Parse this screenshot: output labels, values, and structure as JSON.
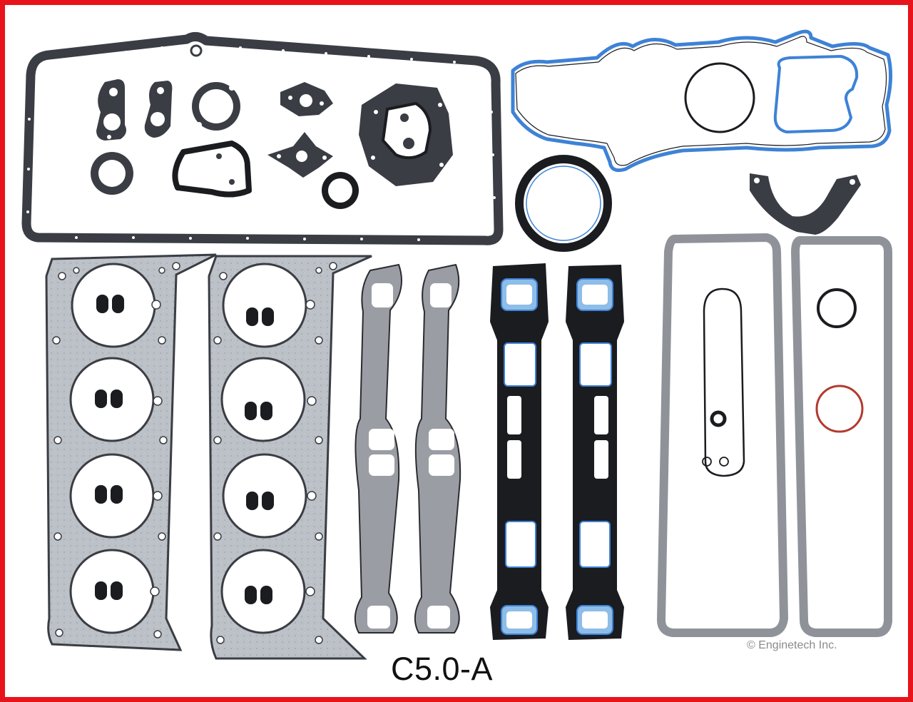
{
  "product": {
    "part_number": "C5.0-A",
    "copyright": "© Enginetech Inc."
  },
  "colors": {
    "frame": "#e8141b",
    "gasket_dark": "#3a3d44",
    "gasket_gray": "#8f9399",
    "gasket_blue": "#3d82d6",
    "rubber_black": "#1b1c20"
  },
  "parts": [
    "oil-pan-gasket",
    "timing-cover-gasket",
    "rear-main-seal",
    "head-gasket",
    "exhaust-manifold-gasket",
    "intake-manifold-gasket",
    "valve-cover-gasket"
  ]
}
